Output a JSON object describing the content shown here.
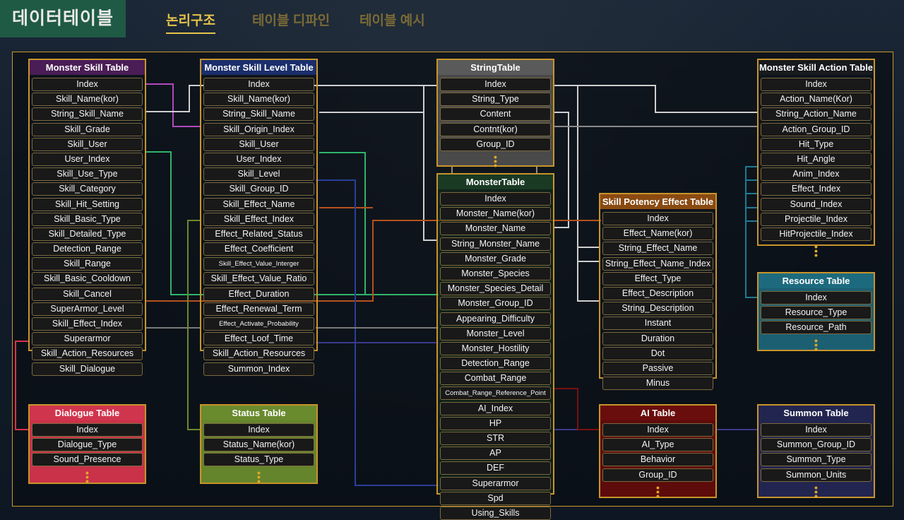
{
  "header": {
    "title": "데이터테이블",
    "tabs": [
      {
        "label": "논리구조"
      },
      {
        "label": "테이블 디파인"
      },
      {
        "label": "테이블 예시"
      }
    ]
  },
  "colors": {
    "accent": "#e6c34a",
    "border": "#c8952b",
    "monster_skill": "#4a1d56",
    "monster_skill_level": "#1b2e6c",
    "string": "#555555",
    "monster": "#1a3a24",
    "skill_potency_effect": "#8a4a12",
    "monster_skill_action": "#181a1e",
    "resource": "#1d6a7e",
    "dialogue": "#d0354e",
    "status": "#6a8a2e",
    "ai": "#6a0d0d",
    "summon": "#22254f"
  },
  "tables": {
    "monster_skill": {
      "title": "Monster Skill Table",
      "fields": [
        "Index",
        "Skill_Name(kor)",
        "String_Skill_Name",
        "Skill_Grade",
        "Skill_User",
        "User_Index",
        "Skill_Use_Type",
        "Skill_Category",
        "Skill_Hit_Setting",
        "Skill_Basic_Type",
        "Skill_Detailed_Type",
        "Detection_Range",
        "Skill_Range",
        "Skill_Basic_Cooldown",
        "Skill_Cancel",
        "SuperArmor_Level",
        "Skill_Effect_Index",
        "Superarmor",
        "Skill_Action_Resources",
        "Skill_Dialogue"
      ]
    },
    "monster_skill_level": {
      "title": "Monster Skill Level Table",
      "fields": [
        "Index",
        "Skill_Name(kor)",
        "String_Skill_Name",
        "Skill_Origin_Index",
        "Skill_User",
        "User_Index",
        "Skill_Level",
        "Skill_Group_ID",
        "Skill_Effect_Name",
        "Skill_Effect_Index",
        "Effect_Related_Status",
        "Effect_Coefficient",
        "Skill_Effect_Value_Interger",
        "Skill_Effect_Value_Ratio",
        "Effect_Duration",
        "Effect_Renewal_Term",
        "Effect_Activate_Probability",
        "Effect_Loof_Time",
        "Skill_Action_Resources",
        "Summon_Index"
      ]
    },
    "string": {
      "title": "StringTable",
      "fields": [
        "Index",
        "String_Type",
        "Content",
        "Contnt(kor)",
        "Group_ID"
      ]
    },
    "monster": {
      "title": "MonsterTable",
      "fields": [
        "Index",
        "Monster_Name(kor)",
        "Monster_Name",
        "String_Monster_Name",
        "Monster_Grade",
        "Monster_Species",
        "Monster_Species_Detail",
        "Monster_Group_ID",
        "Appearing_Difficulty",
        "Monster_Level",
        "Monster_Hostility",
        "Detection_Range",
        "Combat_Range",
        "Combat_Range_Reference_Point",
        "AI_Index",
        "HP",
        "STR",
        "AP",
        "DEF",
        "Superarmor",
        "Spd",
        "Using_Skills"
      ]
    },
    "skill_potency_effect": {
      "title": "Skill Potency Effect Table",
      "fields": [
        "Index",
        "Effect_Name(kor)",
        "String_Effect_Name",
        "String_Effect_Name_Index",
        "Effect_Type",
        "Effect_Description",
        "String_Description",
        "Instant",
        "Duration",
        "Dot",
        "Passive",
        "Minus"
      ]
    },
    "monster_skill_action": {
      "title": "Monster Skill Action Table",
      "fields": [
        "Index",
        "Action_Name(Kor)",
        "String_Action_Name",
        "Action_Group_ID",
        "Hit_Type",
        "Hit_Angle",
        "Anim_Index",
        "Effect_Index",
        "Sound_Index",
        "Projectile_Index",
        "HitProjectile_Index"
      ]
    },
    "resource": {
      "title": "Resource Table",
      "fields": [
        "Index",
        "Resource_Type",
        "Resource_Path"
      ]
    },
    "dialogue": {
      "title": "Dialogue Table",
      "fields": [
        "Index",
        "Dialogue_Type",
        "Sound_Presence"
      ]
    },
    "status": {
      "title": "Status Table",
      "fields": [
        "Index",
        "Status_Name(kor)",
        "Status_Type"
      ]
    },
    "ai": {
      "title": "AI Table",
      "fields": [
        "Index",
        "AI_Type",
        "Behavior",
        "Group_ID"
      ]
    },
    "summon": {
      "title": "Summon Table",
      "fields": [
        "Index",
        "Summon_Group_ID",
        "Summon_Type",
        "Summon_Units"
      ]
    }
  }
}
